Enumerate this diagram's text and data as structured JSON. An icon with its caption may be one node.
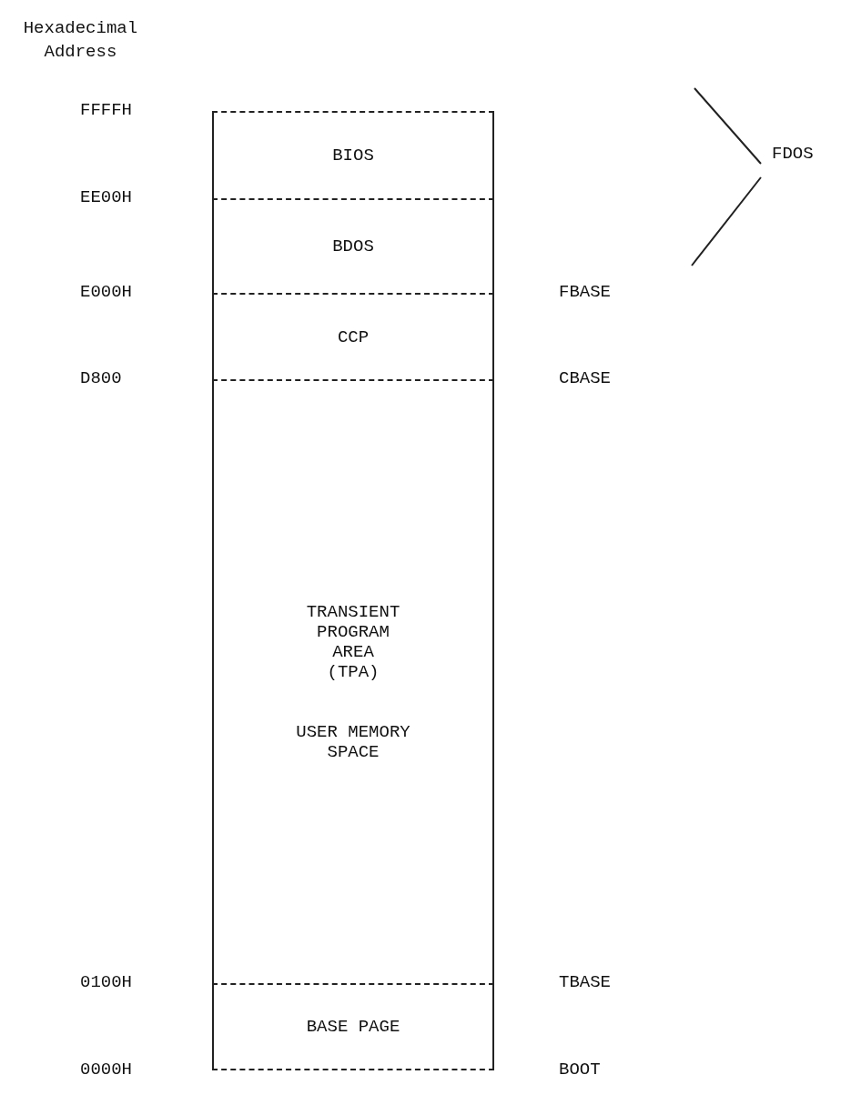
{
  "diagram": {
    "nodes": [
      {
        "text": [
          "BIOS"
        ]
      },
      {
        "text": [
          "BDOS"
        ]
      },
      {
        "text": [
          "CCP"
        ]
      },
      {
        "text": [
          "TRANSIENT PROGRAM AREA (TPA)",
          "USER MEMORY SPACE"
        ]
      },
      {
        "text": [
          "BASE PAGE"
        ]
      }
    ],
    "labels": [
      "Hexadecimal Address",
      "FFFFH",
      "EE00H",
      "FDOS",
      "E000H",
      "FBASE",
      "D800",
      "CBASE",
      "0100H",
      "TBASE",
      "0000H",
      "BOOT"
    ]
  }
}
